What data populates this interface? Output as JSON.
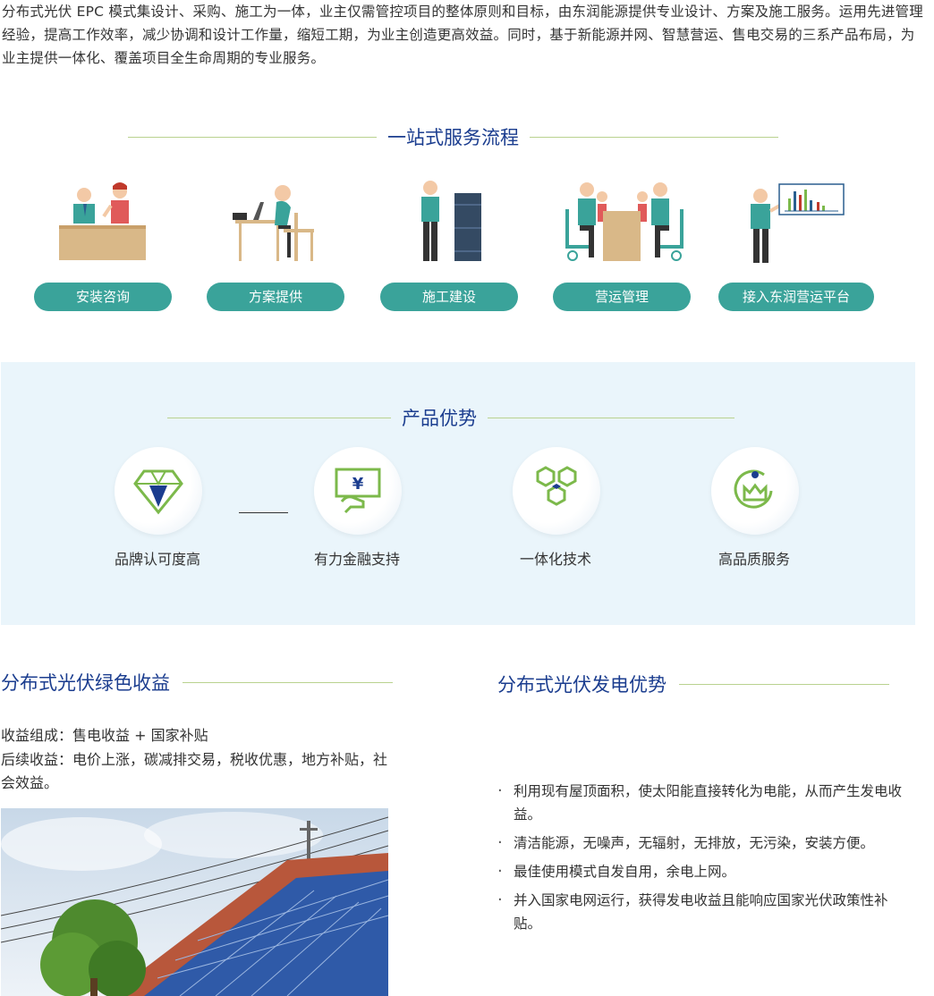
{
  "intro": "分布式光伏 EPC 模式集设计、采购、施工为一体，业主仅需管控项目的整体原则和目标，由东润能源提供专业设计、方案及施工服务。运用先进管理经验，提高工作效率，减少协调和设计工作量，缩短工期，为业主创造更高效益。同时，基于新能源并网、智慧营运、售电交易的三系产品布局，为业主提供一体化、覆盖项目全生命周期的专业服务。",
  "process": {
    "title": "一站式服务流程",
    "steps": [
      {
        "label": "安装咨询",
        "icon": "consultation-illustration"
      },
      {
        "label": "方案提供",
        "icon": "design-desk-illustration"
      },
      {
        "label": "施工建设",
        "icon": "construction-illustration"
      },
      {
        "label": "营运管理",
        "icon": "meeting-illustration"
      },
      {
        "label": "接入东润营运平台",
        "icon": "presentation-chart-illustration"
      }
    ]
  },
  "advantages": {
    "title": "产品优势",
    "items": [
      {
        "label": "品牌认可度高",
        "icon": "diamond-icon"
      },
      {
        "label": "有力金融支持",
        "icon": "yuan-finance-icon"
      },
      {
        "label": "一体化技术",
        "icon": "hexagon-cluster-icon"
      },
      {
        "label": "高品质服务",
        "icon": "crown-service-icon"
      }
    ],
    "finance_symbol": "¥"
  },
  "green_income": {
    "title": "分布式光伏绿色收益",
    "line1": "收益组成：售电收益 + 国家补贴",
    "line2": "后续收益：电价上涨，碳减排交易，税收优惠，地方补贴，社会效益。"
  },
  "pv_advantage": {
    "title": "分布式光伏发电优势",
    "bullets": [
      "利用现有屋顶面积，使太阳能直接转化为电能，从而产生发电收益。",
      "清洁能源，无噪声，无辐射，无排放，无污染，安装方便。",
      "最佳使用模式自发自用，余电上网。",
      "并入国家电网运行，获得发电收益且能响应国家光伏政策性补贴。"
    ]
  },
  "colors": {
    "accent_teal": "#3aa39a",
    "title_blue": "#1b3d8f",
    "line_green": "#b9d28f",
    "panel_bg": "#eaf5fb",
    "icon_green": "#7cb94b"
  }
}
